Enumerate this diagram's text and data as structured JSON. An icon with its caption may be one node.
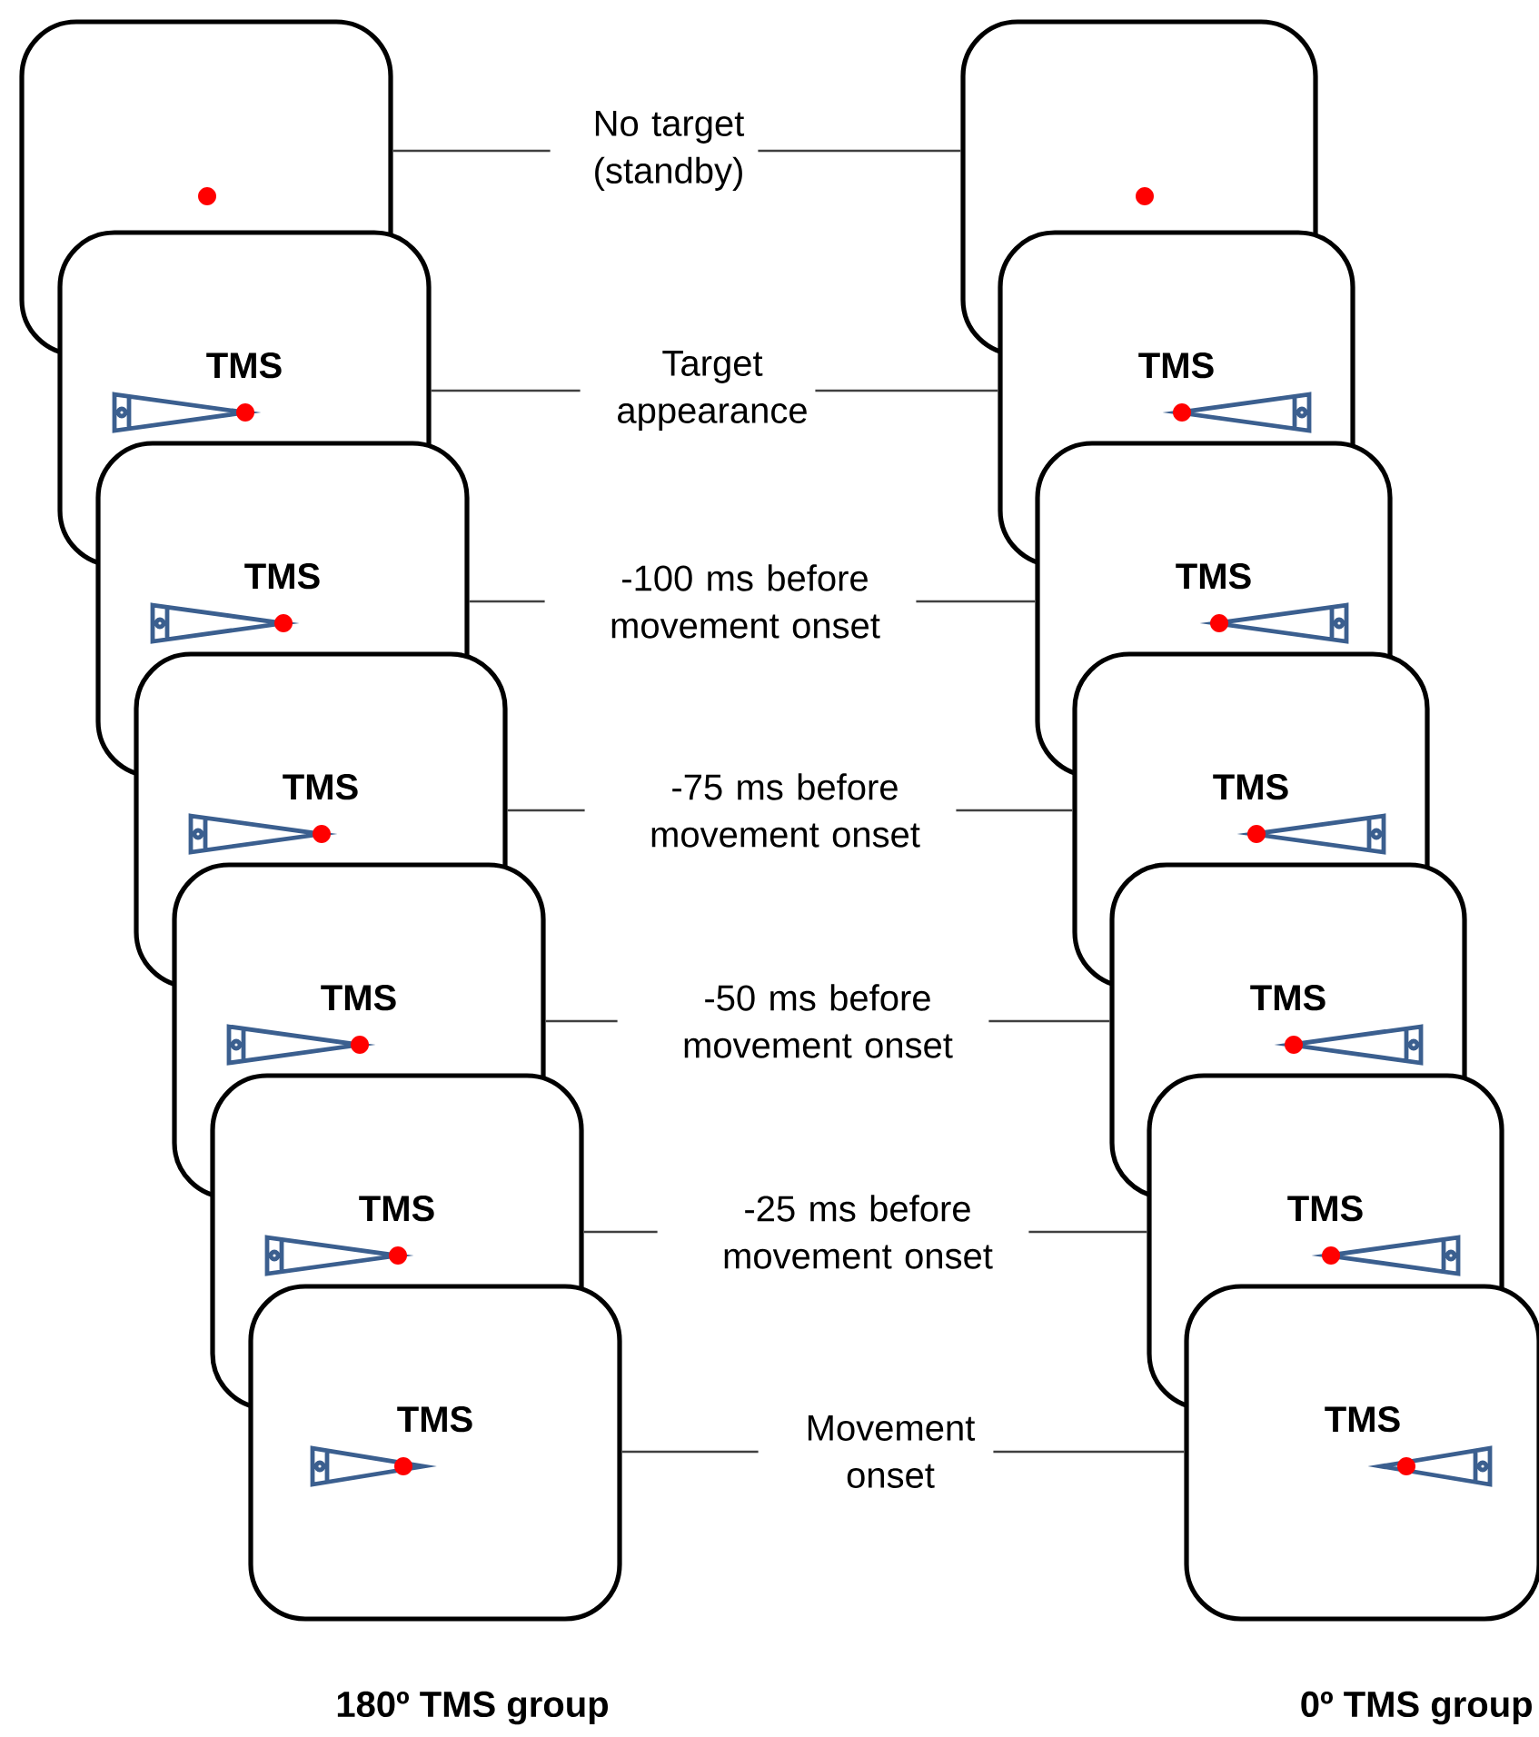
{
  "diagram": {
    "nodes": [
      {
        "text": [],
        "shape": "box"
      },
      {
        "text": [
          "TMS"
        ]
      },
      {
        "text": [
          "TMS"
        ]
      },
      {
        "text": [
          "TMS"
        ]
      },
      {
        "text": [
          "TMS"
        ]
      },
      {
        "text": [
          "TMS"
        ]
      },
      {
        "text": [
          "TMS"
        ]
      },
      {
        "text": [
          "No target (standby)"
        ]
      },
      {
        "text": [
          "Target appearance"
        ]
      },
      {
        "text": [
          "-100 ms before movement onset"
        ]
      },
      {
        "text": [
          "-75 ms before movement onset"
        ]
      },
      {
        "text": [
          "-50 ms before movement onset"
        ]
      },
      {
        "text": [
          "-25 ms before movement onset"
        ]
      },
      {
        "text": [
          "Movement onset"
        ]
      },
      {
        "text": [],
        "shape": "box"
      },
      {
        "text": [
          "TMS"
        ]
      },
      {
        "text": [
          "TMS"
        ]
      },
      {
        "text": [
          "TMS"
        ]
      },
      {
        "text": [
          "TMS"
        ]
      },
      {
        "text": [
          "TMS"
        ]
      },
      {
        "text": [
          "TMS"
        ]
      }
    ],
    "edges": [
      {
        "from": 7,
        "to": 0,
        "arrow": "none"
      },
      {
        "from": 7,
        "to": 14,
        "arrow": "none"
      },
      {
        "from": 8,
        "to": 1,
        "arrow": "none"
      },
      {
        "from": 8,
        "to": 15,
        "arrow": "none"
      },
      {
        "from": 9,
        "to": 2,
        "arrow": "none"
      },
      {
        "from": 9,
        "to": 16,
        "arrow": "none"
      },
      {
        "from": 10,
        "to": 3,
        "arrow": "none"
      },
      {
        "from": 10,
        "to": 17,
        "arrow": "none"
      },
      {
        "from": 11,
        "to": 4,
        "arrow": "none"
      },
      {
        "from": 11,
        "to": 18,
        "arrow": "none"
      },
      {
        "from": 12,
        "to": 5,
        "arrow": "none"
      },
      {
        "from": 12,
        "to": 19,
        "arrow": "none"
      },
      {
        "from": 13,
        "to": 6,
        "arrow": "none"
      },
      {
        "from": 13,
        "to": 20,
        "arrow": "none"
      }
    ],
    "labels": [
      "180º TMS group",
      "0º TMS group"
    ]
  }
}
